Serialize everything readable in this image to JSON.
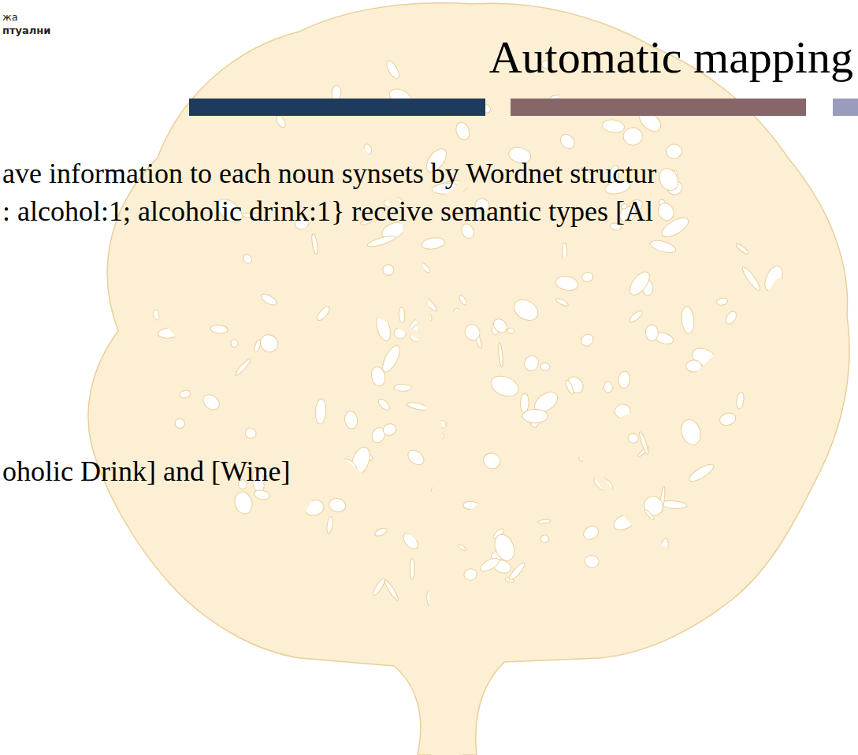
{
  "diagram": {
    "title": "Automatic mapping",
    "labels": [
      "жа",
      "птуални",
      "ave information to each noun synsets by Wordnet structur",
      ": alcohol:1; alcoholic drink:1} receive semantic types [Al",
      "oholic Drink] and [Wine]"
    ]
  }
}
